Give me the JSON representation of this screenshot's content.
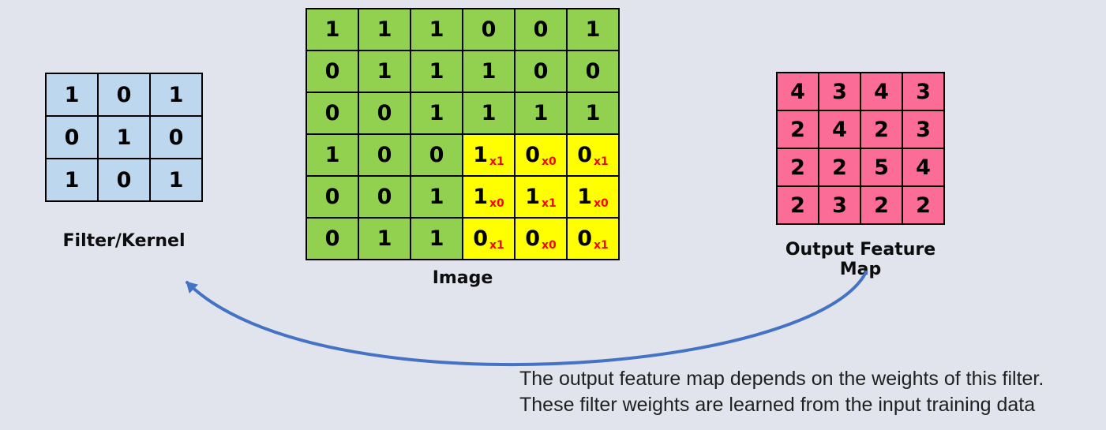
{
  "background": "#E1E4ED",
  "filter": {
    "label": "Filter/Kernel",
    "cell_color": "#BDD7EE",
    "cells": [
      [
        1,
        0,
        1
      ],
      [
        0,
        1,
        0
      ],
      [
        1,
        0,
        1
      ]
    ]
  },
  "image": {
    "label": "Image",
    "cell_color": "#92D050",
    "highlight_color": "#FFFF00",
    "subscript_color": "#FF0000",
    "cells": [
      [
        {
          "v": 1
        },
        {
          "v": 1
        },
        {
          "v": 1
        },
        {
          "v": 0
        },
        {
          "v": 0
        },
        {
          "v": 1
        }
      ],
      [
        {
          "v": 0
        },
        {
          "v": 1
        },
        {
          "v": 1
        },
        {
          "v": 1
        },
        {
          "v": 0
        },
        {
          "v": 0
        }
      ],
      [
        {
          "v": 0
        },
        {
          "v": 0
        },
        {
          "v": 1
        },
        {
          "v": 1
        },
        {
          "v": 1
        },
        {
          "v": 1
        }
      ],
      [
        {
          "v": 1
        },
        {
          "v": 0
        },
        {
          "v": 0
        },
        {
          "v": 1,
          "sub": "x1",
          "hl": true
        },
        {
          "v": 0,
          "sub": "x0",
          "hl": true
        },
        {
          "v": 0,
          "sub": "x1",
          "hl": true
        }
      ],
      [
        {
          "v": 0
        },
        {
          "v": 0
        },
        {
          "v": 1
        },
        {
          "v": 1,
          "sub": "x0",
          "hl": true
        },
        {
          "v": 1,
          "sub": "x1",
          "hl": true
        },
        {
          "v": 1,
          "sub": "x0",
          "hl": true
        }
      ],
      [
        {
          "v": 0
        },
        {
          "v": 1
        },
        {
          "v": 1
        },
        {
          "v": 0,
          "sub": "x1",
          "hl": true
        },
        {
          "v": 0,
          "sub": "x0",
          "hl": true
        },
        {
          "v": 0,
          "sub": "x1",
          "hl": true
        }
      ]
    ]
  },
  "output": {
    "label": "Output Feature Map",
    "cell_color": "#FB6C96",
    "cells": [
      [
        4,
        3,
        4,
        3
      ],
      [
        2,
        4,
        2,
        3
      ],
      [
        2,
        2,
        5,
        4
      ],
      [
        2,
        3,
        2,
        2
      ]
    ]
  },
  "arrow": {
    "color": "#4472C4"
  },
  "caption": {
    "line1": "The output feature map depends on the weights of this filter.",
    "line2": "These filter weights are learned from the input training data",
    "color": "#202020"
  }
}
